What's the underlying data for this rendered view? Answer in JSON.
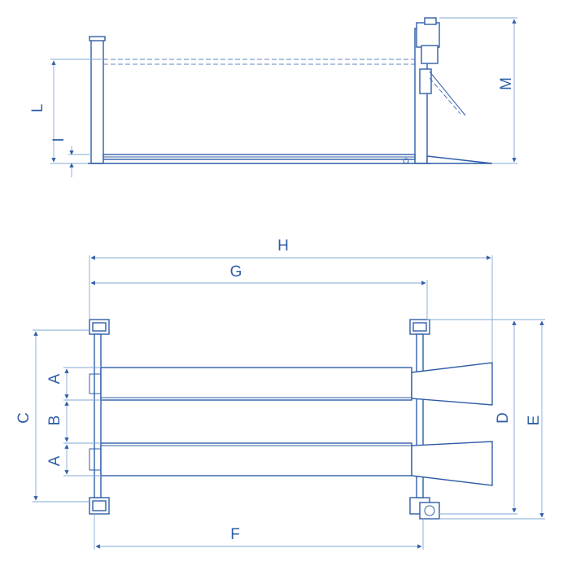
{
  "dimension_labels": {
    "L": "L",
    "I": "I",
    "M": "M",
    "H": "H",
    "G": "G",
    "C": "C",
    "A_top": "A",
    "B": "B",
    "A_bottom": "A",
    "D": "D",
    "E": "E",
    "F": "F"
  },
  "colors": {
    "line": "#2f5ea8",
    "dimension": "#7fa8d6",
    "background": "#ffffff"
  }
}
